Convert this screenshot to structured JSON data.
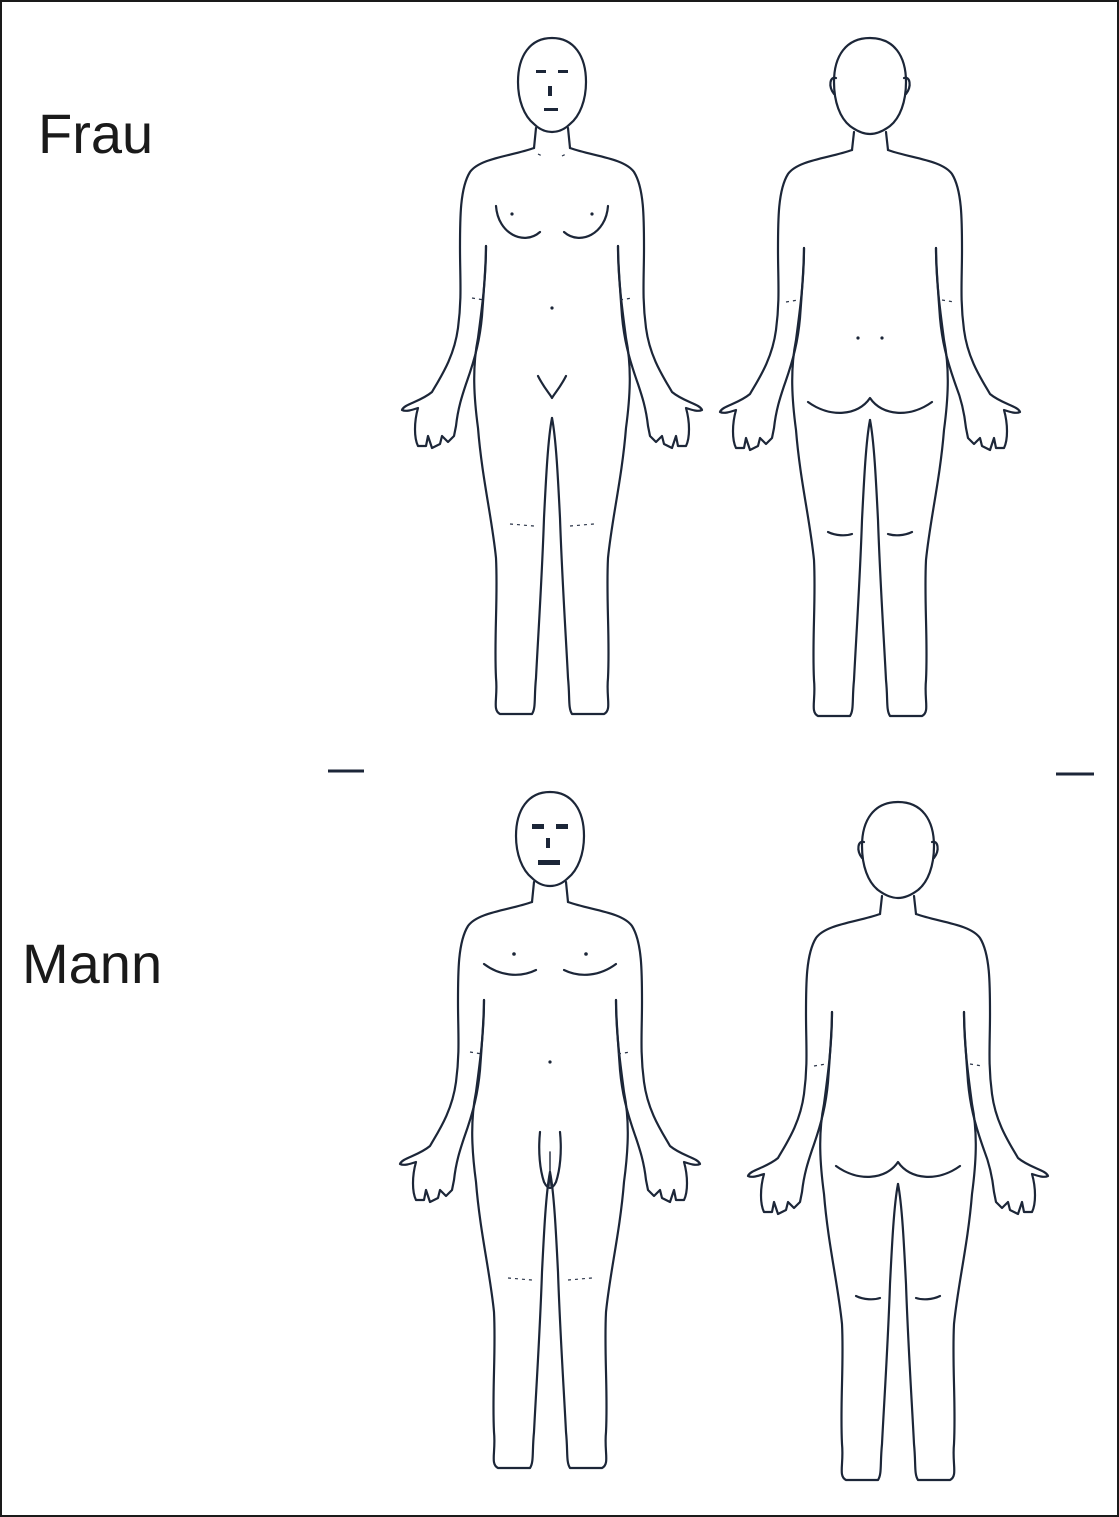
{
  "labels": {
    "female": "Frau",
    "male": "Mann"
  },
  "figures": [
    {
      "id": "female-front",
      "view": "front",
      "sex": "female"
    },
    {
      "id": "female-back",
      "view": "back",
      "sex": "female"
    },
    {
      "id": "male-front",
      "view": "front",
      "sex": "male"
    },
    {
      "id": "male-back",
      "view": "back",
      "sex": "male"
    }
  ],
  "colors": {
    "line": "#1c2638",
    "background": "#ffffff"
  }
}
